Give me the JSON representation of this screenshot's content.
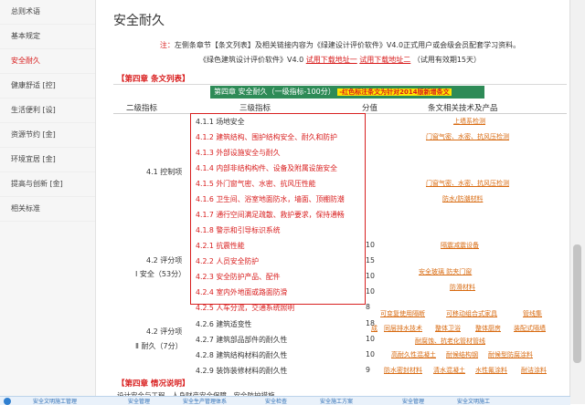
{
  "sidebar": {
    "items": [
      {
        "label": "总则术语"
      },
      {
        "label": "基本规定"
      },
      {
        "label": "安全耐久",
        "active": true
      },
      {
        "label": "健康舒适 [控]"
      },
      {
        "label": "生活便利 [设]"
      },
      {
        "label": "资源节约 [金]"
      },
      {
        "label": "环境宜居 [金]"
      },
      {
        "label": "提高与创新 [金]"
      },
      {
        "label": "相关标准"
      }
    ]
  },
  "page": {
    "title": "安全耐久",
    "note_prefix": "注：",
    "note_text": "左侧条章节【条文列表】及相关链接内容为《绿建设计评价软件》V4.0正式用户或会级会员配套学习资料。",
    "note2_text": "《绿色建筑设计评价软件》V4.0",
    "link1": "试用下载地址一",
    "link2": "试用下载地址二",
    "note2_tail": "（试用有效期15天）",
    "section_title": "【第四章 条文列表】",
    "banner_text": "第四章 安全耐久（一级指标-100分）",
    "banner_highlight": "-红色标注条文为针对2014版新增条文",
    "bottom_title": "【第四章 情况说明】",
    "bottom_text": "设计安全与工程，人身财产安全保障，安全防护措施..."
  },
  "table": {
    "headers": {
      "level2": "二级指标",
      "level3": "三级指标",
      "score": "分值",
      "products": "条文相关技术及产品"
    },
    "groups": {
      "g1": "4.1 控制项",
      "g2a": "4.2 评分项",
      "g2b": "Ⅰ 安全（53分）",
      "g3a": "4.2 评分项",
      "g3b": "Ⅱ 耐久（7分）"
    },
    "rows": [
      {
        "item": "4.1.1 场地安全",
        "red": false,
        "score": ""
      },
      {
        "item": "4.1.2 建筑结构、围护结构安全、耐久和防护",
        "red": true,
        "score": ""
      },
      {
        "item": "4.1.3 外部设施安全与耐久",
        "red": true,
        "score": ""
      },
      {
        "item": "4.1.4 内部非结构构件、设备及附属设施安全",
        "red": true,
        "score": ""
      },
      {
        "item": "4.1.5 外门窗气密、水密、抗风压性能",
        "red": true,
        "score": ""
      },
      {
        "item": "4.1.6 卫生间、浴室地面防水，墙面、顶棚防潮",
        "red": true,
        "score": ""
      },
      {
        "item": "4.1.7 通行空间满足疏散、救护要求，保持通畅",
        "red": true,
        "score": ""
      },
      {
        "item": "4.1.8 警示和引导标识系统",
        "red": true,
        "score": ""
      },
      {
        "item": "4.2.1 抗震性能",
        "red": true,
        "score": "10"
      },
      {
        "item": "4.2.2 人员安全防护",
        "red": true,
        "score": "15"
      },
      {
        "item": "4.2.3 安全防护产品、配件",
        "red": true,
        "score": "10"
      },
      {
        "item": "4.2.4 室内外地面或路面防滑",
        "red": true,
        "score": "10"
      },
      {
        "item": "4.2.5 人车分流，交通系统照明",
        "red": true,
        "score": "8"
      },
      {
        "item": "4.2.6 建筑适变性",
        "red": false,
        "score": "18"
      },
      {
        "item": "4.2.7 建筑部品部件的耐久性",
        "red": false,
        "score": "10"
      },
      {
        "item": "4.2.8 建筑结构材料的耐久性",
        "red": false,
        "score": "10"
      },
      {
        "item": "4.2.9 装饰装修材料的耐久性",
        "red": false,
        "score": "9"
      }
    ],
    "products": {
      "p1": "上墙系检测",
      "p2": "门窗气密、水密、抗风压检测",
      "p3": "门窗气密、水密、抗风压检测",
      "p4": "防水/防潮材料",
      "p5": "隔震减震设备",
      "p6": "安全玻璃 防夹门窗",
      "p7": "防滑材料",
      "p8": "可变复使用隔断",
      "p9": "可移动组合式家具",
      "p10": "管线集",
      "p11": "成",
      "p12": "同层排水技术",
      "p13": "整体卫浴",
      "p14": "整体厨房",
      "p15": "装配式隔墙",
      "p16": "耐腐蚀、抗老化管材管线",
      "p17": "高耐久性混凝土",
      "p18": "耐候结构钢",
      "p19": "耐候型防腐涂料",
      "p20": "防水密封材料",
      "p21": "清水混凝土",
      "p22": "水性氟涂料",
      "p23": "耐洁涂料"
    }
  },
  "bottombar": {
    "items": [
      "安全文明施工管理",
      "安全管理",
      "安全生产管理体系",
      "安全检查",
      "安全施工方案",
      "安全管理",
      "安全文明施工"
    ]
  }
}
